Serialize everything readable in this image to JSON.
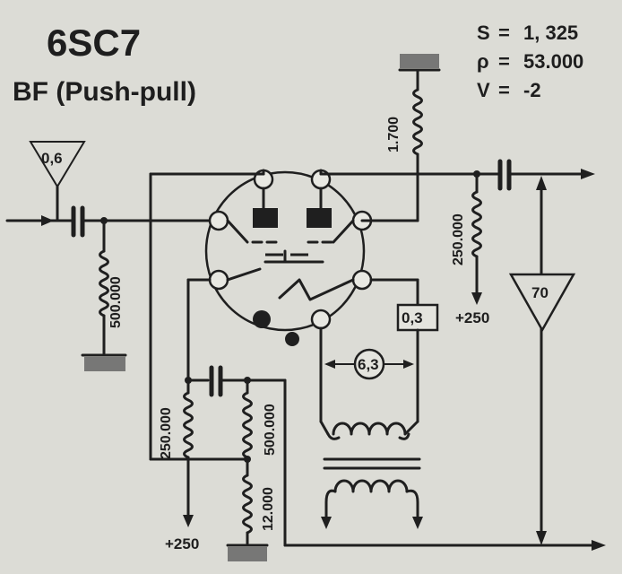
{
  "header": {
    "tube": "6SC7",
    "mode": "BF (Push-pull)"
  },
  "params": [
    {
      "sym": "S",
      "eq": "=",
      "val": "1, 325"
    },
    {
      "sym": "ρ",
      "eq": "=",
      "val": "53.000"
    },
    {
      "sym": "V",
      "eq": "=",
      "val": "-2"
    }
  ],
  "components": {
    "input_gain": "0,6",
    "grid_resistor": "500.000",
    "plate_resistor_top": "1.700",
    "load_resistor_right": "250.000",
    "supply_right": "+250",
    "output_gain": "70",
    "heater_current": "0,3",
    "heater_voltage": "6,3",
    "load_resistor_left": "250.000",
    "supply_left": "+250",
    "divider_resistor": "500.000",
    "cathode_resistor": "12.000"
  }
}
